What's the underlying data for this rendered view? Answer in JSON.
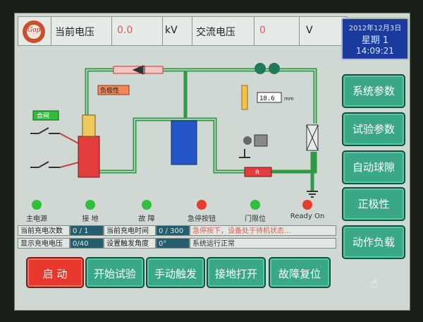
{
  "header": {
    "logo_text": "Gop",
    "current_voltage_label": "当前电压",
    "current_voltage_value": "0.0",
    "voltage_unit": "kV",
    "ac_voltage_label": "交流电压",
    "ac_voltage_value": "0",
    "ac_voltage_unit": "V"
  },
  "datetime": {
    "date": "2012年12月3日",
    "weekday": "星期 1",
    "time": "14:09:21"
  },
  "sidebar": {
    "buttons": [
      {
        "label": "系统参数"
      },
      {
        "label": "试验参数"
      },
      {
        "label": "自动球隙"
      },
      {
        "label": "正极性"
      },
      {
        "label": "动作负载"
      }
    ]
  },
  "diagram": {
    "polarity_tag": "负极性",
    "switch_tag": "合闸",
    "gap_distance": "18.6",
    "gap_unit": "mm",
    "resistor_tag": "R"
  },
  "indicators": [
    {
      "label": "主电源",
      "state": "green"
    },
    {
      "label": "接 地",
      "state": "green"
    },
    {
      "label": "故 障",
      "state": "green"
    },
    {
      "label": "急停按钮",
      "state": "red"
    },
    {
      "label": "门限位",
      "state": "green"
    },
    {
      "label": "Ready On",
      "state": "red"
    }
  ],
  "info": {
    "charge_count_label": "当前充电次数",
    "charge_count_value": "0 / 1",
    "charge_time_label": "当前充电时间",
    "charge_time_value": "0 / 300",
    "emergency_msg": "急停按下，设备处于待机状态...",
    "display_voltage_label": "显示充电电压",
    "display_voltage_value": "0/40",
    "trigger_angle_label": "设置触发角度",
    "trigger_angle_value": "0°",
    "system_status": "系统运行正常"
  },
  "bottom": {
    "start": "启  动",
    "begin_test": "开始试验",
    "manual_trigger": "手动触发",
    "ground_open": "接地打开",
    "fault_reset": "故障复位"
  },
  "colors": {
    "button_green": "#3aa887",
    "button_red": "#e8382e",
    "wire_green": "#2e9a46",
    "datebox_blue": "#1b3b9f"
  }
}
